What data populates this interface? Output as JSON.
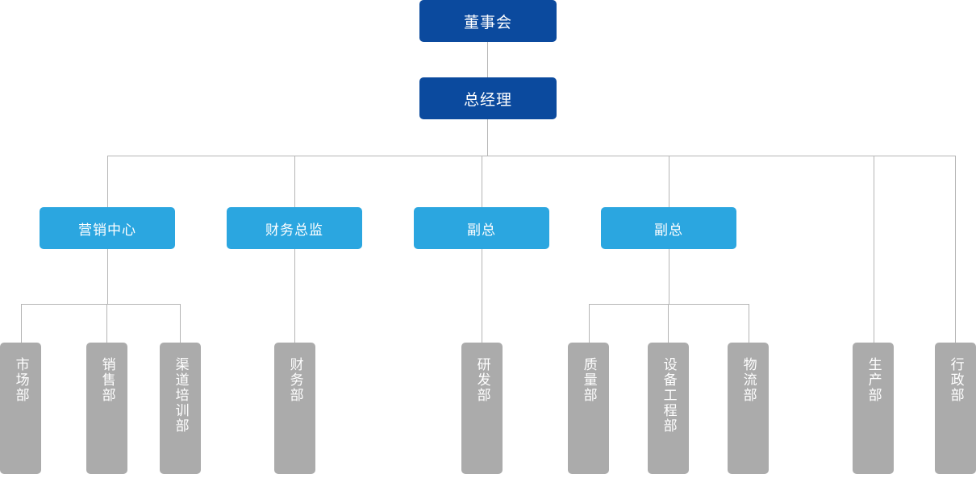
{
  "chart_data": {
    "type": "diagram",
    "title": "",
    "diagram_kind": "organization-chart",
    "orientation": "top-down",
    "levels": 4,
    "palette": {
      "level1_box": "#0b4a9e",
      "level2_box": "#2ba6e0",
      "leaf_box": "#ababab",
      "connector": "#b5b5b5",
      "text": "#ffffff",
      "background": "#ffffff"
    },
    "nodes": [
      {
        "id": "board",
        "label": "董事会",
        "level": 1,
        "parent": null
      },
      {
        "id": "gm",
        "label": "总经理",
        "level": 2,
        "parent": "board"
      },
      {
        "id": "marketing_ctr",
        "label": "营销中心",
        "level": 3,
        "parent": "gm"
      },
      {
        "id": "cfo",
        "label": "财务总监",
        "level": 3,
        "parent": "gm"
      },
      {
        "id": "vp1",
        "label": "副总",
        "level": 3,
        "parent": "gm"
      },
      {
        "id": "vp2",
        "label": "副总",
        "level": 3,
        "parent": "gm"
      },
      {
        "id": "market_dept",
        "label": "市场部",
        "level": 4,
        "parent": "marketing_ctr"
      },
      {
        "id": "sales_dept",
        "label": "销售部",
        "level": 4,
        "parent": "marketing_ctr"
      },
      {
        "id": "channel_dept",
        "label": "渠道培训部",
        "level": 4,
        "parent": "marketing_ctr"
      },
      {
        "id": "finance_dept",
        "label": "财务部",
        "level": 4,
        "parent": "cfo"
      },
      {
        "id": "rd_dept",
        "label": "研发部",
        "level": 4,
        "parent": "vp1"
      },
      {
        "id": "quality_dept",
        "label": "质量部",
        "level": 4,
        "parent": "vp2"
      },
      {
        "id": "equip_dept",
        "label": "设备工程部",
        "level": 4,
        "parent": "vp2"
      },
      {
        "id": "logistics_dept",
        "label": "物流部",
        "level": 4,
        "parent": "vp2"
      },
      {
        "id": "prod_dept",
        "label": "生产部",
        "level": 4,
        "parent": "gm"
      },
      {
        "id": "admin_dept",
        "label": "行政部",
        "level": 4,
        "parent": "gm"
      }
    ]
  },
  "org": {
    "level1": {
      "board": "董事会",
      "general_manager": "总经理"
    },
    "level2": [
      {
        "label": "营销中心"
      },
      {
        "label": "财务总监"
      },
      {
        "label": "副总"
      },
      {
        "label": "副总"
      }
    ],
    "leaves": [
      {
        "label": "市场部"
      },
      {
        "label": "销售部"
      },
      {
        "label": "渠道培训部"
      },
      {
        "label": "财务部"
      },
      {
        "label": "研发部"
      },
      {
        "label": "质量部"
      },
      {
        "label": "设备工程部"
      },
      {
        "label": "物流部"
      },
      {
        "label": "生产部"
      },
      {
        "label": "行政部"
      }
    ]
  }
}
